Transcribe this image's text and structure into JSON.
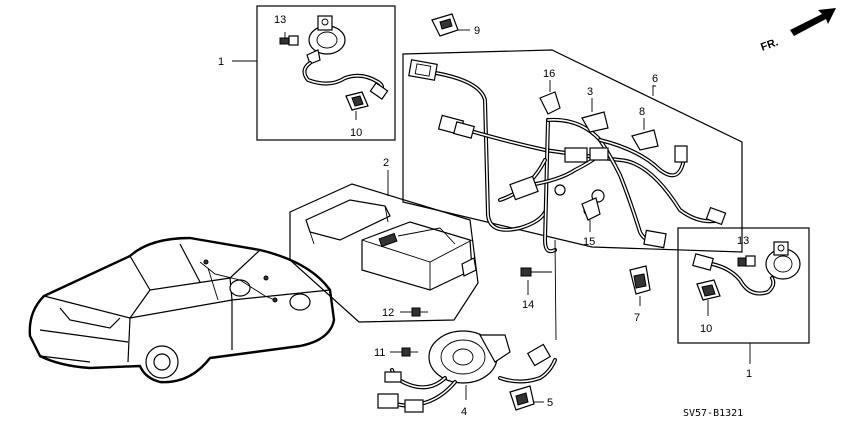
{
  "callouts": {
    "c1a": "1",
    "c1b": "1",
    "c2": "2",
    "c3": "3",
    "c4": "4",
    "c5": "5",
    "c6": "6",
    "c7": "7",
    "c8": "8",
    "c9": "9",
    "c10a": "10",
    "c10b": "10",
    "c11": "11",
    "c12": "12",
    "c13a": "13",
    "c13b": "13",
    "c14": "14",
    "c15": "15",
    "c16": "16"
  },
  "direction_label": "FR.",
  "diagram_code": "SV57-B1321"
}
